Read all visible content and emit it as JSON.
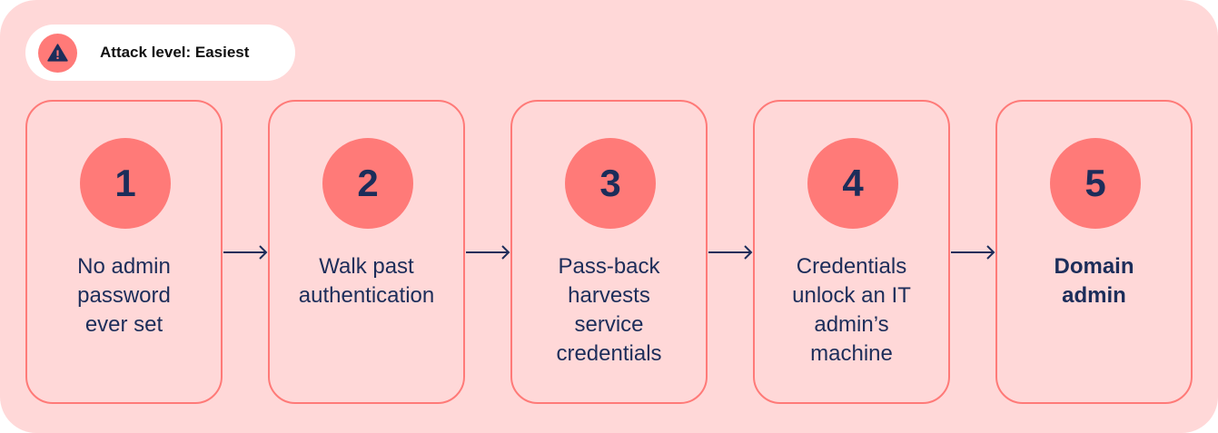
{
  "badge": {
    "icon": "warning-triangle-icon",
    "text": "Attack level: Easiest"
  },
  "colors": {
    "background": "#ffd8d8",
    "accent": "#ff7a78",
    "text": "#1c2d5a"
  },
  "steps": [
    {
      "number": "1",
      "text": "No admin\npassword\never set",
      "emphasis": false
    },
    {
      "number": "2",
      "text": "Walk past\nauthentication",
      "emphasis": false
    },
    {
      "number": "3",
      "text": "Pass-back\nharvests\nservice\ncredentials",
      "emphasis": false
    },
    {
      "number": "4",
      "text": "Credentials\nunlock an IT\nadmin’s\nmachine",
      "emphasis": false
    },
    {
      "number": "5",
      "text": "Domain\nadmin",
      "emphasis": true
    }
  ]
}
